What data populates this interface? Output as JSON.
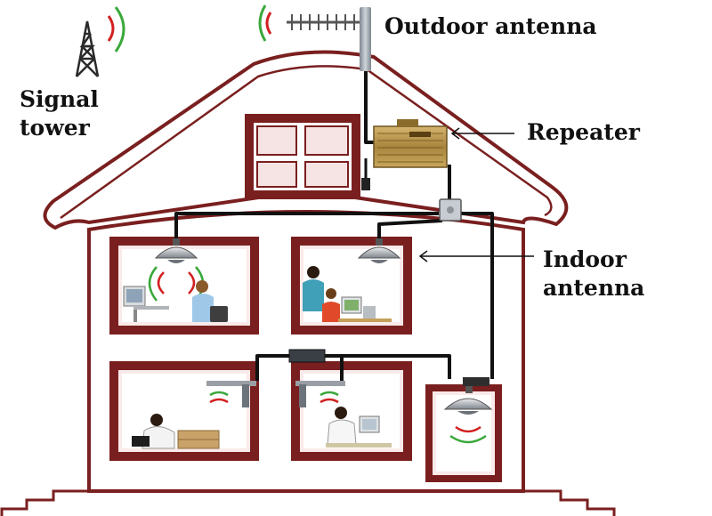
{
  "labels": {
    "signal_tower": [
      "Signal",
      "tower"
    ],
    "outdoor_antenna": "Outdoor antenna",
    "repeater": "Repeater",
    "indoor_antenna": [
      "Indoor",
      "antenna"
    ]
  },
  "colors": {
    "house_outline": "#7a1f1f",
    "cable": "#111111",
    "signal_red": "#d22020",
    "signal_green": "#3aa83a",
    "repeater_gold": "#b08a3e",
    "antenna_grey": "#9a9fa6"
  },
  "icons": [
    "signal-tower-icon",
    "yagi-antenna-icon",
    "repeater-icon",
    "ceiling-antenna-icon",
    "wall-panel-antenna-icon",
    "office-worker-icon",
    "computer-icon"
  ]
}
